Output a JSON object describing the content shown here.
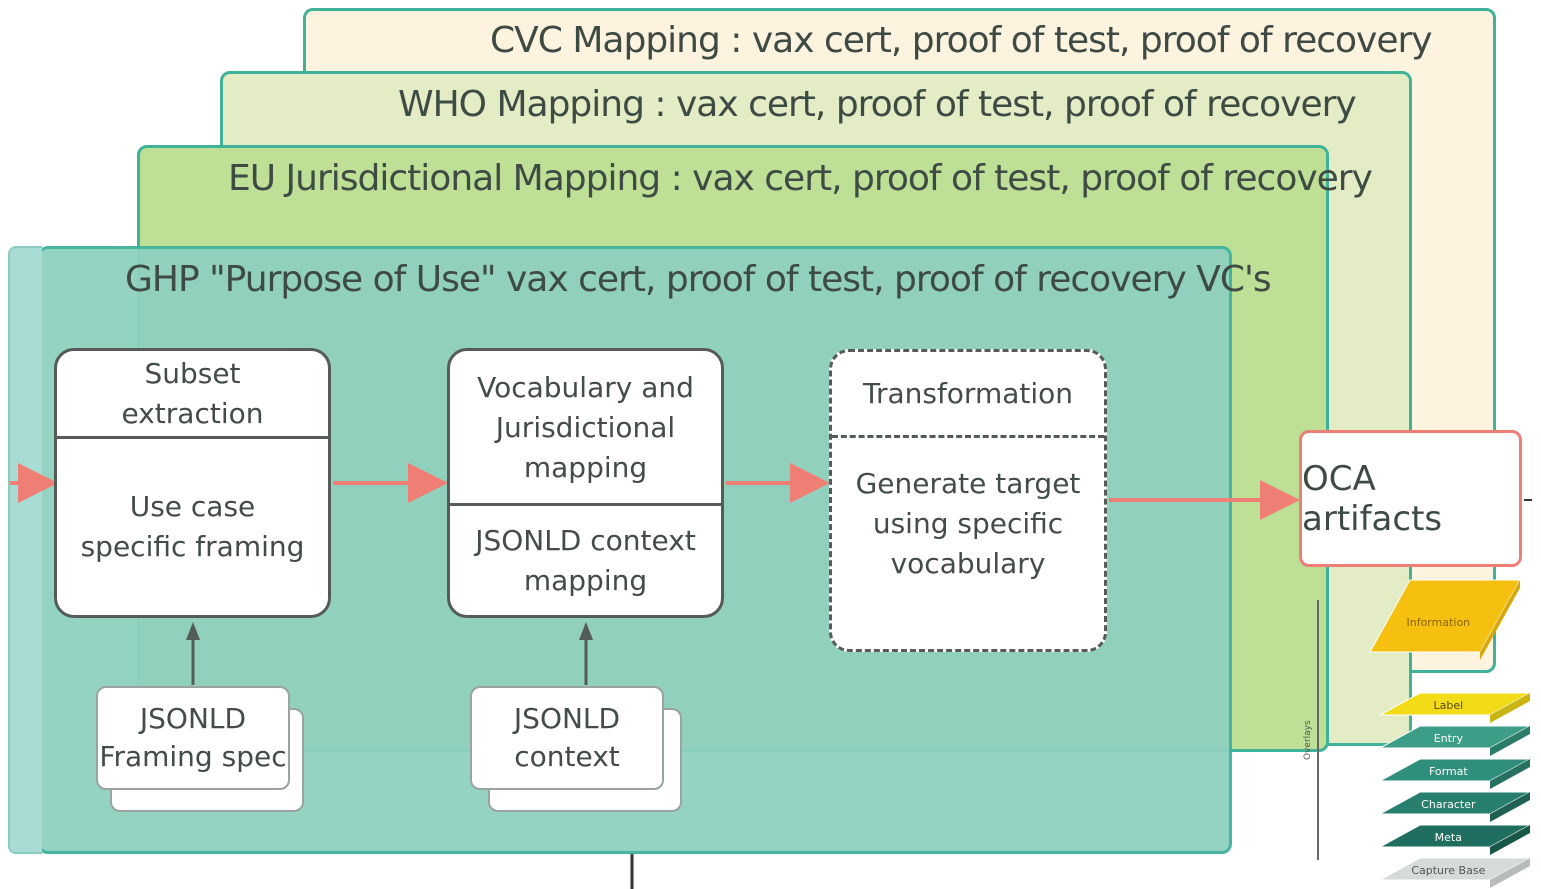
{
  "layers": {
    "cvc": "CVC Mapping : vax cert, proof of test, proof of recovery",
    "who": "WHO Mapping : vax cert, proof of test, proof of recovery",
    "eu": "EU Jurisdictional Mapping : vax cert, proof of test, proof of recovery",
    "ghp": "GHP  \"Purpose of Use\"  vax cert, proof of test, proof of recovery VC's"
  },
  "boxes": {
    "subset": {
      "top": "Subset\nextraction",
      "bottom": "Use case\nspecific framing"
    },
    "vocab": {
      "top": "Vocabulary and\nJurisdictional\nmapping",
      "bottom": "JSONLD context\nmapping"
    },
    "transformation": {
      "top": "Transformation",
      "bottom": "Generate target\nusing specific\nvocabulary"
    }
  },
  "docs": {
    "framing": "JSONLD\nFraming spec",
    "context": "JSONLD\ncontext"
  },
  "oca": "OCA artifacts",
  "stack": {
    "side_label": "Overlays",
    "layers": [
      "Information",
      "Label",
      "Entry",
      "Format",
      "Character",
      "Meta",
      "Capture Base"
    ]
  },
  "colors": {
    "border": "#3fb29a",
    "arrow": "#ef7e74",
    "stack_yellow": "#f5c010",
    "stack_green": "#2f8f7c"
  }
}
